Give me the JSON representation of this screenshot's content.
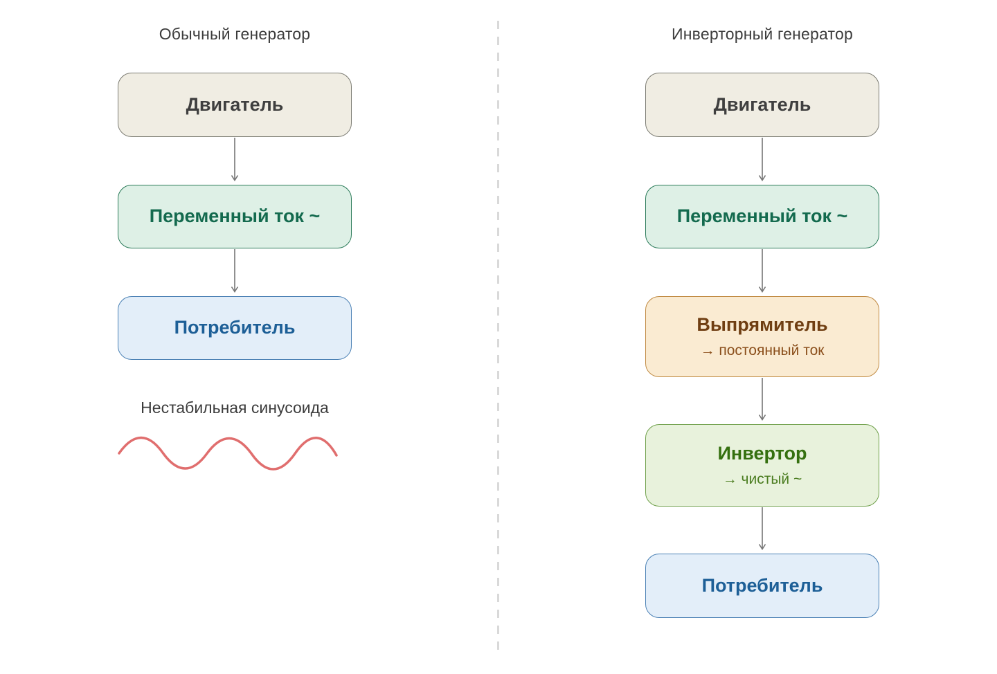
{
  "left": {
    "title": "Обычный генератор",
    "nodes": [
      {
        "name": "engine",
        "label": "Двигатель"
      },
      {
        "name": "ac",
        "label": "Переменный ток ~"
      },
      {
        "name": "consumer",
        "label": "Потребитель"
      }
    ],
    "wave_caption": "Нестабильная синусоида"
  },
  "right": {
    "title": "Инверторный генератор",
    "nodes": [
      {
        "name": "engine",
        "label": "Двигатель"
      },
      {
        "name": "ac",
        "label": "Переменный ток ~"
      },
      {
        "name": "rectifier",
        "label": "Выпрямитель",
        "sublabel": "→ постоянный ток"
      },
      {
        "name": "inverter",
        "label": "Инвертор",
        "sublabel": "→ чистый ~"
      },
      {
        "name": "consumer",
        "label": "Потребитель"
      }
    ]
  },
  "colors": {
    "engine_bg": "#f0ede3",
    "engine_border": "#7b7b72",
    "engine_text": "#3f3f3f",
    "ac_bg": "#def0e6",
    "ac_border": "#2a7a58",
    "ac_text": "#136a4e",
    "consumer_bg": "#e3eef9",
    "consumer_border": "#4a80b4",
    "consumer_text": "#1d5f97",
    "rectifier_bg": "#faebd2",
    "rectifier_border": "#c08a42",
    "rectifier_text": "#6f3e12",
    "inverter_bg": "#e8f2dc",
    "inverter_border": "#6fa04a",
    "inverter_text": "#35700f",
    "arrow": "#757575",
    "wave": "#e06e6e",
    "divider": "#d9d9d9",
    "title_text": "#3c3c3c"
  }
}
